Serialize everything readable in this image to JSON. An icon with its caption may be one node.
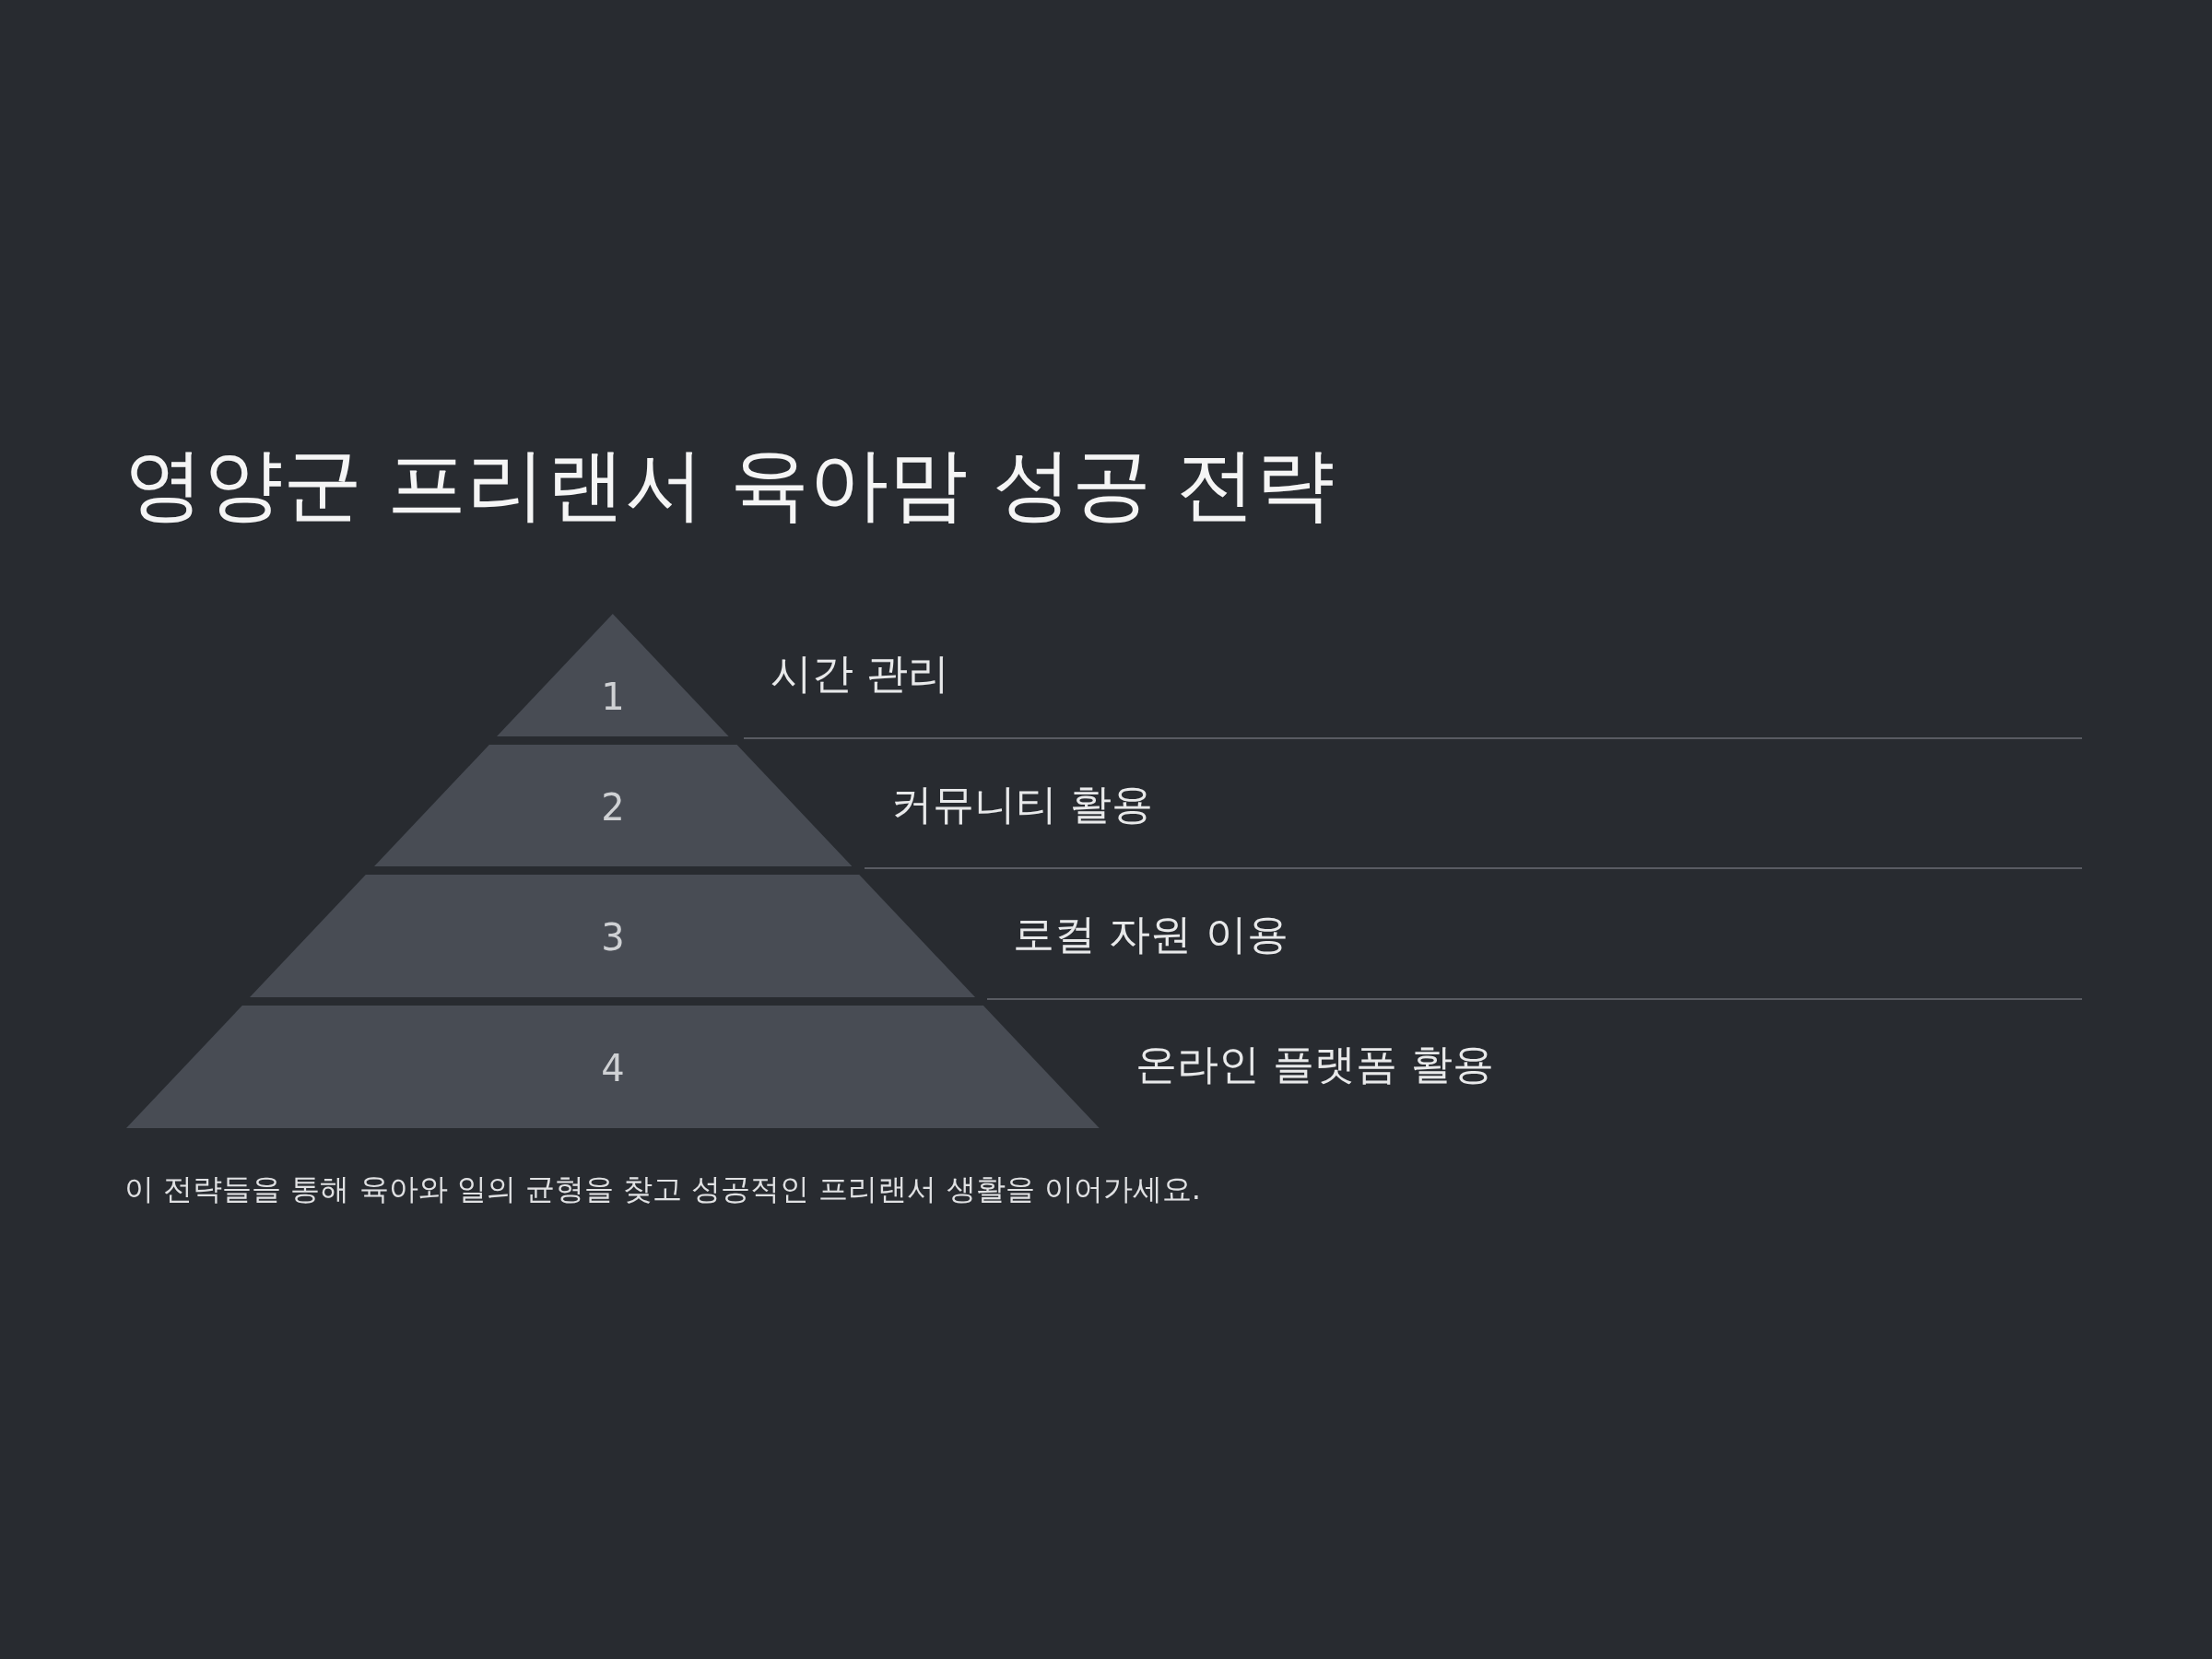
{
  "diagram": {
    "title": "영양군 프리랜서 육아맘 성공 전략",
    "nodes": [
      {
        "text": [
          "1"
        ],
        "beside": [
          "시간 관리"
        ]
      },
      {
        "text": [
          "2"
        ],
        "beside": [
          "커뮤니티 활용"
        ]
      },
      {
        "text": [
          "3"
        ],
        "beside": [
          "로컬 자원 이용"
        ]
      },
      {
        "text": [
          "4"
        ],
        "beside": [
          "온라인 플랫폼 활용"
        ]
      }
    ],
    "caption": "이 전략들을 통해 육아와 일의 균형을 찾고 성공적인 프리랜서 생활을 이어가세요."
  }
}
